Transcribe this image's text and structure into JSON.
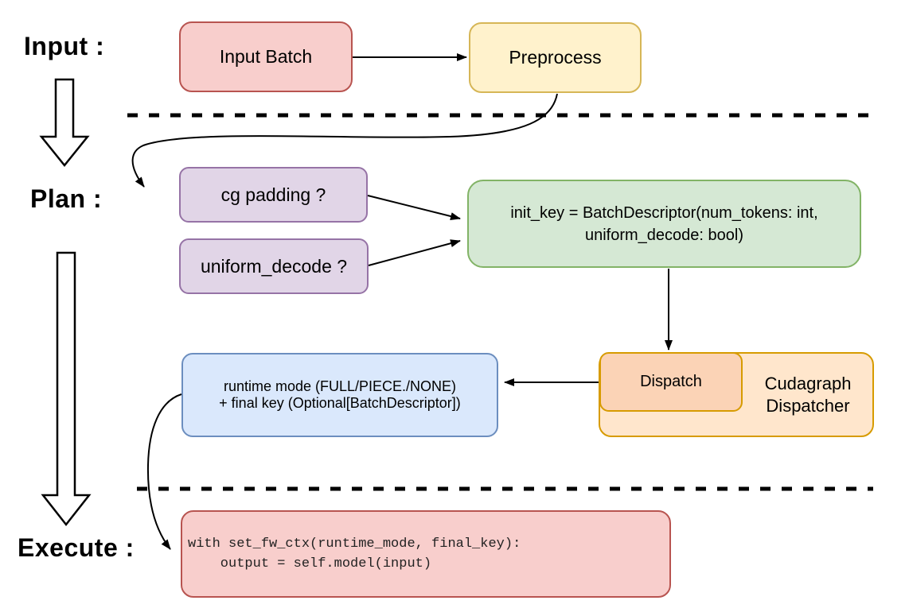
{
  "palette": {
    "red_fill": "#f8cecc",
    "red_stroke": "#b85450",
    "yellow_fill": "#fff2cc",
    "yellow_stroke": "#d6b656",
    "purple_fill": "#e1d5e7",
    "purple_stroke": "#9673a6",
    "green_fill": "#d5e8d4",
    "green_stroke": "#82b366",
    "blue_fill": "#dae8fc",
    "blue_stroke": "#6c8ebf",
    "orange_fill": "#ffe6cc",
    "orange_inner_fill": "#fbd3b6",
    "orange_stroke": "#d79b00",
    "connector": "#000000",
    "code_text": "#222222"
  },
  "sections": {
    "input_label": "Input :",
    "plan_label": "Plan :",
    "execute_label": "Execute :"
  },
  "nodes": {
    "input_batch": {
      "label": "Input Batch"
    },
    "preprocess": {
      "label": "Preprocess"
    },
    "cg_padding": {
      "label": "cg padding ?"
    },
    "uniform_decode": {
      "label": "uniform_decode ?"
    },
    "init_key": {
      "line1": "init_key = BatchDescriptor(num_tokens: int,",
      "line2": "uniform_decode: bool)"
    },
    "dispatch": {
      "label": "Dispatch"
    },
    "cudagraph_dispatcher": {
      "line1": "Cudagraph",
      "line2": "Dispatcher"
    },
    "runtime": {
      "line1": "runtime mode (FULL/PIECE./NONE)",
      "line2": "+ final key (Optional[BatchDescriptor])"
    },
    "execute_code": {
      "line1": "with set_fw_ctx(runtime_mode, final_key):",
      "line2": "    output = self.model(input)"
    }
  }
}
